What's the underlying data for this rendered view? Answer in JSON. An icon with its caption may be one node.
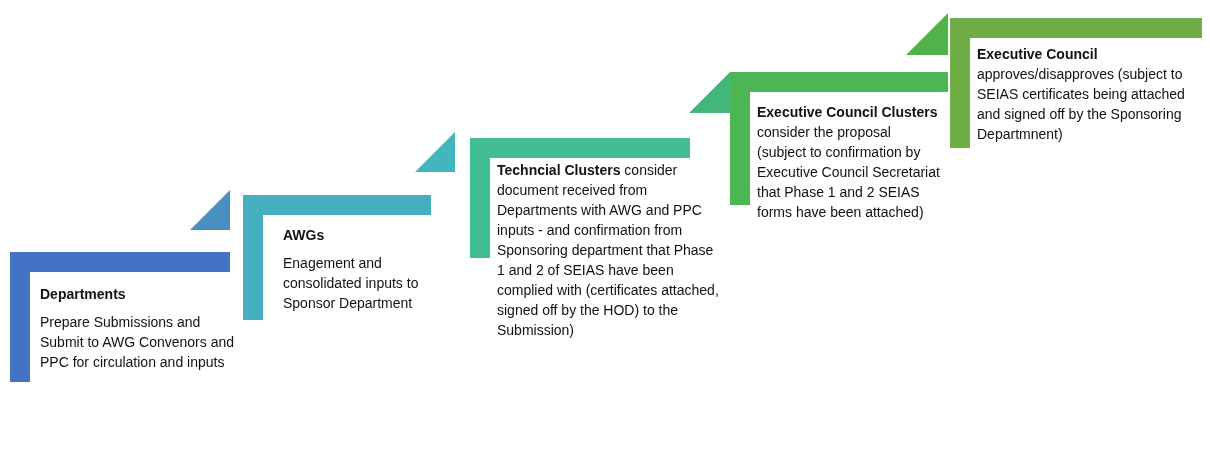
{
  "diagram": {
    "nodes": [
      {
        "text": [
          "Departments",
          "Prepare Submissions and Submit to AWG Convenors and PPC for circulation and inputs"
        ]
      },
      {
        "text": [
          "AWGs",
          "Enagement and consolidated inputs to Sponsor Department"
        ]
      },
      {
        "text": [
          "**Techncial Clusters** consider document received from Departments with AWG and PPC  inputs - and confirmation from Sponsoring department that Phase 1 and 2 of SEIAS have been complied with (certificates attached, signed off by the HOD) to the Submission)"
        ]
      },
      {
        "text": [
          "**Executive Council Clusters** consider the proposal (subject to confirmation by Executive  Council Secretariat that Phase 1 and 2 SEIAS forms have been attached)"
        ]
      },
      {
        "text": [
          "**Executive Council** approves/disapproves (subject to SEIAS certificates being attached and signed off by the Sponsoring Departmnent)"
        ]
      }
    ]
  }
}
